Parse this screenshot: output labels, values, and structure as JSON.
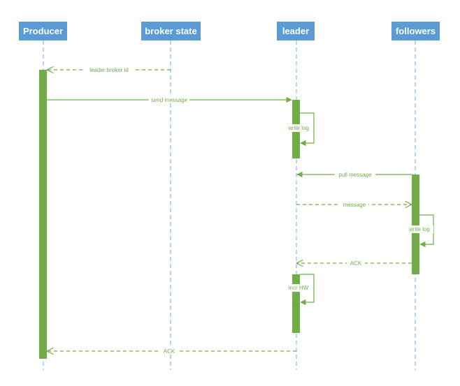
{
  "actors": {
    "producer": "Producer",
    "broker_state": "broker state",
    "leader": "leader",
    "followers": "followers"
  },
  "messages": {
    "leader_broker_id": "leader broker id",
    "send_message": "send message",
    "pull_message": "pull message",
    "message": "message",
    "ack_follower": "ACK",
    "ack_producer": "ACK"
  },
  "self_calls": {
    "leader_write_log": "write log",
    "follower_write_log": "write log",
    "incr_hw": "incr HW"
  },
  "colors": {
    "actor": "#5b9bd5",
    "lifeline": "#6fa8dc",
    "activation": "#70ad47",
    "message": "#70ad47"
  }
}
